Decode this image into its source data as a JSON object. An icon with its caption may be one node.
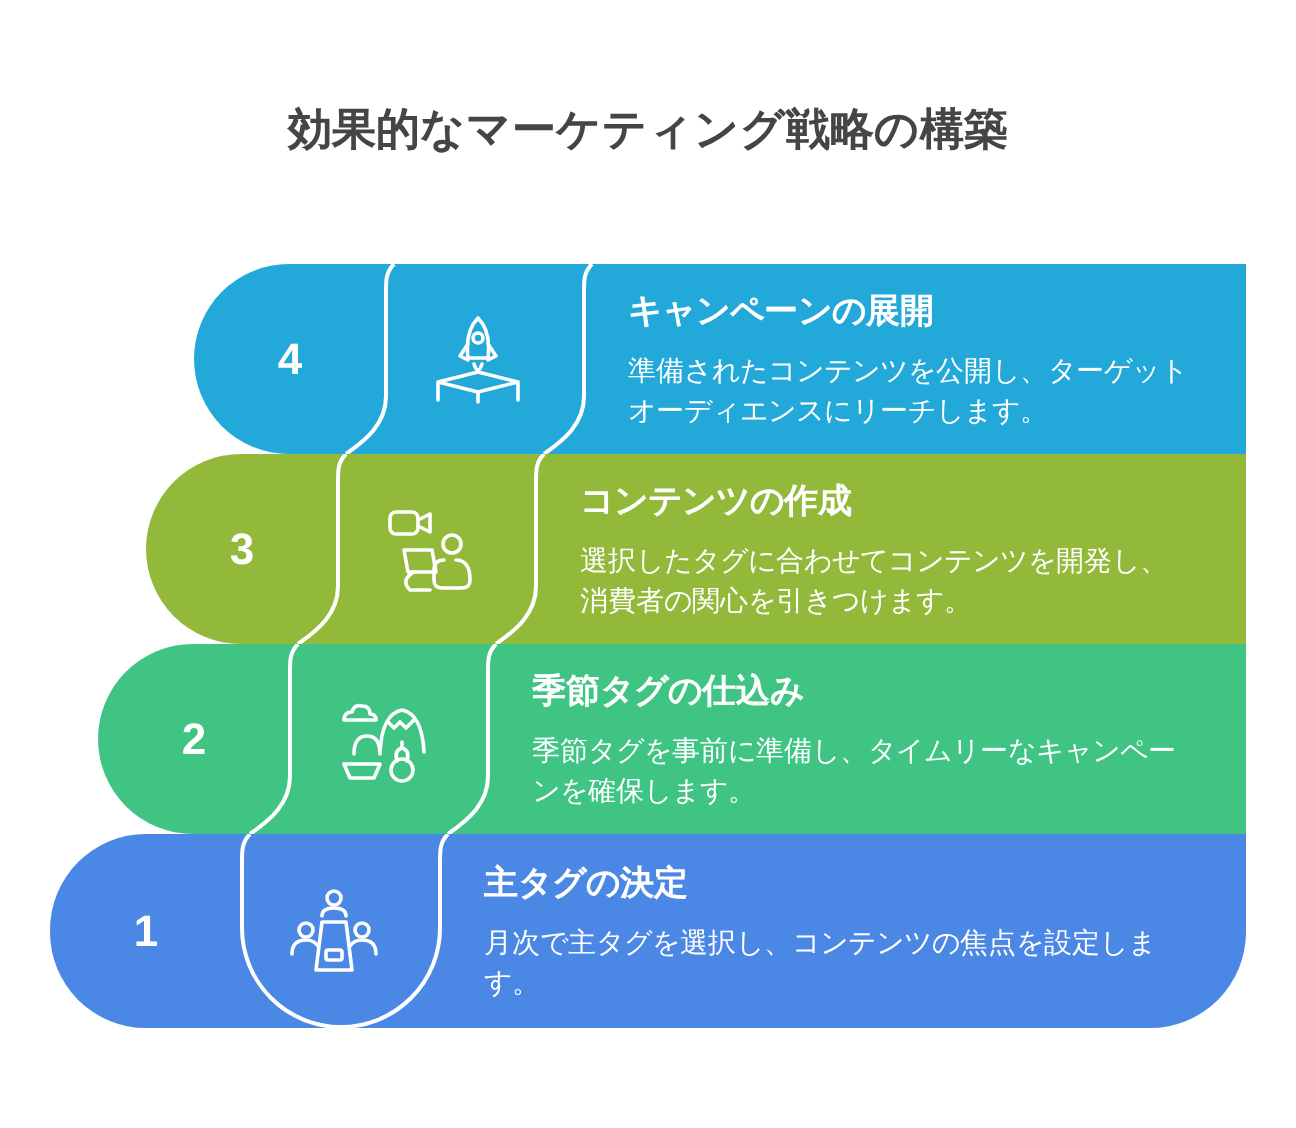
{
  "diagram": {
    "title": "効果的なマーケティング戦略の構築",
    "nodes": [
      {
        "text": [
          "4",
          "キャンペーンの展開",
          "準備されたコンテンツを公開し、ターゲットオーディエンスにリーチします。"
        ]
      },
      {
        "text": [
          "3",
          "コンテンツの作成",
          "選択したタグに合わせてコンテンツを開発し、消費者の関心を引きつけます。"
        ]
      },
      {
        "text": [
          "2",
          "季節タグの仕込み",
          "季節タグを事前に準備し、タイムリーなキャンペーンを確保します。"
        ]
      },
      {
        "text": [
          "1",
          "主タグの決定",
          "月次で主タグを選択し、コンテンツの焦点を設定します。"
        ]
      }
    ]
  }
}
